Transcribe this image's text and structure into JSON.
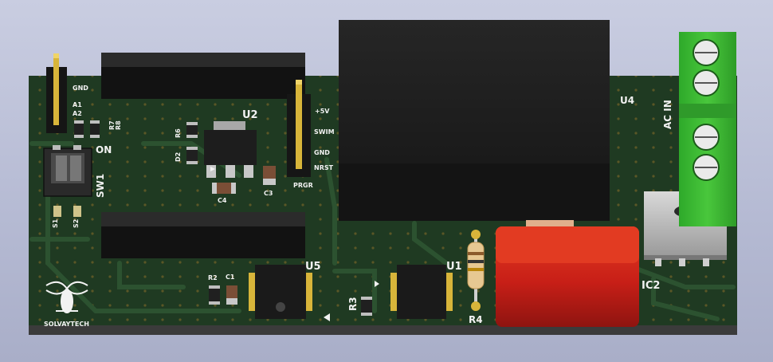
{
  "board": {
    "colors": {
      "background": "#bcc1d9",
      "pcb": "#1f3a22",
      "silkscreen": "#f2f2f2",
      "terminal_block": "#3fbf33",
      "capacitor_body": "#d42a1e",
      "relay_body": "#1c1c1c"
    }
  },
  "silkscreen": {
    "j_left_pins": [
      "GND",
      "A1",
      "A2"
    ],
    "r7": "R7",
    "r8": "R8",
    "on": "ON",
    "sw1": "SW1",
    "s1": "S1",
    "s2": "S2",
    "r6": "R6",
    "d2": "D2",
    "u2": "U2",
    "c4": "C4",
    "c3": "C3",
    "prog_pins": [
      "+5V",
      "SWIM",
      "GND",
      "NRST"
    ],
    "prgr": "PRGR",
    "u4": "U4",
    "ac_in": "AC IN",
    "u5": "U5",
    "u1": "U1",
    "r2": "R2",
    "c1": "C1",
    "r3": "R3",
    "r4": "R4",
    "ic2": "IC2",
    "logo_text": "SOLVAYTECH"
  }
}
